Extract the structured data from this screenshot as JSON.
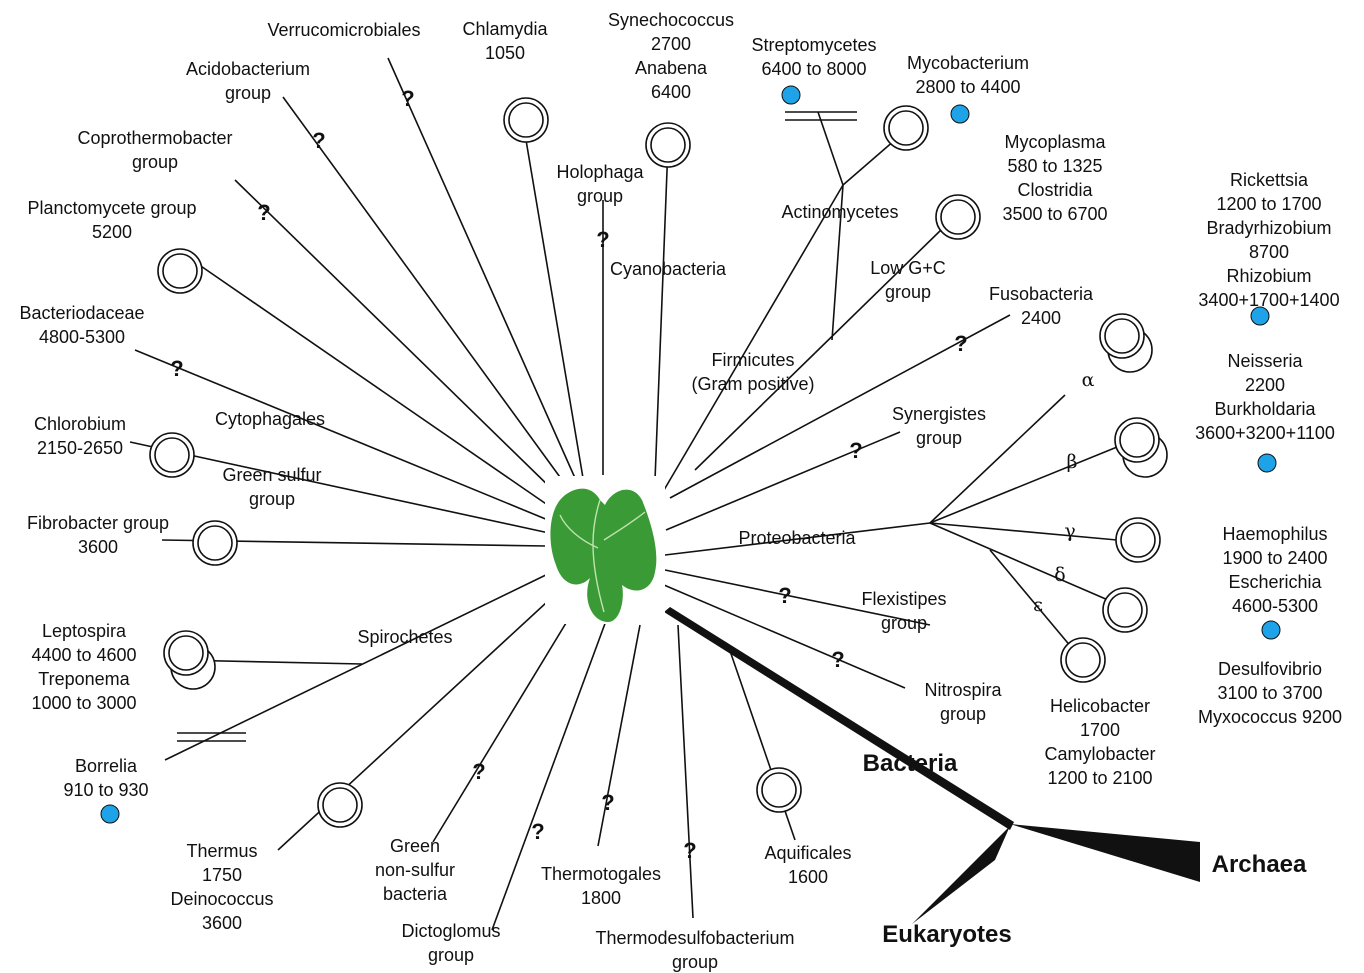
{
  "diagram": {
    "domains": {
      "bacteria": "Bacteria",
      "archaea": "Archaea",
      "eukaryotes": "Eukaryotes"
    },
    "unknown_mark": "?",
    "groups": {
      "verrucomicrobiales": "Verrucomicrobiales",
      "chlamydia": "Chlamydia\n1050",
      "synechococcus": "Synechococcus\n2700\nAnabena\n6400",
      "streptomycetes": "Streptomycetes\n6400 to 8000",
      "mycobacterium": "Mycobacterium\n2800 to 4400",
      "acidobacterium": "Acidobacterium\ngroup",
      "coprothermobacter": "Coprothermobacter\ngroup",
      "holophaga": "Holophaga\ngroup",
      "mycoplasma": "Mycoplasma\n580 to 1325\nClostridia\n3500 to 6700",
      "actinomycetes": "Actinomycetes",
      "rickettsia": "Rickettsia\n1200 to 1700\nBradyrhizobium\n8700\nRhizobium\n3400+1700+1400",
      "planctomycete": "Planctomycete group\n5200",
      "cyanobacteria": "Cyanobacteria",
      "lowgc": "Low G+C\ngroup",
      "fusobacteria": "Fusobacteria\n2400",
      "bacteriodaceae": "Bacteriodaceae\n4800-5300",
      "firmicutes": "Firmicutes\n(Gram positive)",
      "neisseria": "Neisseria\n2200\nBurkholdaria\n3600+3200+1100",
      "synergistes": "Synergistes\ngroup",
      "cytophagales": "Cytophagales",
      "chlorobium": "Chlorobium\n2150-2650",
      "greensulfur": "Green sulfur\ngroup",
      "fibrobacter": "Fibrobacter group\n3600",
      "proteobacteria": "Proteobacteria",
      "haemophilus": "Haemophilus\n1900 to 2400\nEscherichia\n4600-5300",
      "flexistipes": "Flexistipes\ngroup",
      "leptospira": "Leptospira\n4400 to 4600\nTreponema\n1000 to 3000",
      "spirochetes": "Spirochetes",
      "nitrospira": "Nitrospira\ngroup",
      "desulfovibrio": "Desulfovibrio\n3100 to 3700\nMyxococcus 9200",
      "helicobacter": "Helicobacter\n1700\nCamylobacter\n1200 to 2100",
      "borrelia": "Borrelia\n910 to 930",
      "thermus": "Thermus\n1750\nDeinococcus\n3600",
      "greennonsulfur": "Green\nnon-sulfur\nbacteria",
      "thermotogales": "Thermotogales\n1800",
      "aquificales": "Aquificales\n1600",
      "dictoglomus": "Dictoglomus\ngroup",
      "thermodesulfobacterium": "Thermodesulfobacterium\ngroup"
    },
    "proteobacteria_subdivisions": {
      "alpha": "α",
      "beta": "β",
      "gamma": "γ",
      "delta": "δ",
      "epsilon": "ε"
    },
    "colors": {
      "line": "#111111",
      "marker_fill": "#1fa3e8",
      "leaf_dark": "#2f8a2b",
      "leaf_light": "#5fb84a"
    }
  }
}
